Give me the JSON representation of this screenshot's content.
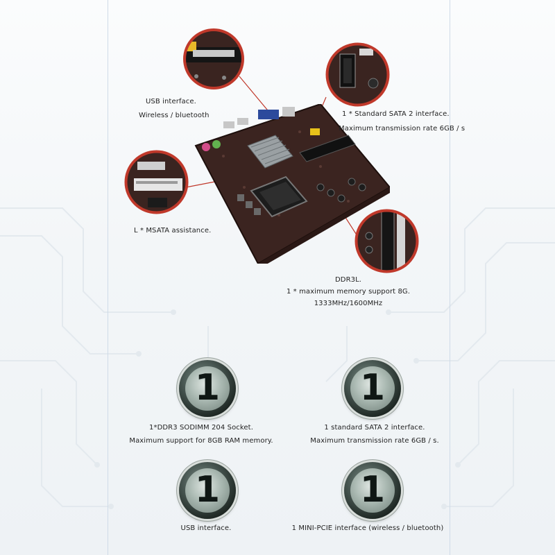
{
  "callouts": {
    "usb_wireless": {
      "line1": "USB interface.",
      "line2": "Wireless / bluetooth"
    },
    "sata": {
      "line1": "1 * Standard SATA 2 interface.",
      "line2": "Maximum transmission rate 6GB / s"
    },
    "msata": {
      "line1": "L * MSATA assistance."
    },
    "ddr": {
      "line1": "DDR3L.",
      "line2": "1 * maximum memory support 8G.",
      "line3": "1333MHz/1600MHz"
    }
  },
  "features": [
    {
      "number": "1",
      "line1": "1*DDR3 SODIMM 204 Socket.",
      "line2": "Maximum support for 8GB RAM memory."
    },
    {
      "number": "1",
      "line1": "1 standard SATA 2 interface.",
      "line2": "Maximum transmission rate 6GB / s."
    },
    {
      "number": "1",
      "line1": "USB interface."
    },
    {
      "number": "1",
      "line1": "1 MINI-PCIE interface (wireless / bluetooth)"
    }
  ],
  "colors": {
    "accent_ring": "#c0392b",
    "board": "#3b2420",
    "badge_dark": "#1e2723"
  }
}
